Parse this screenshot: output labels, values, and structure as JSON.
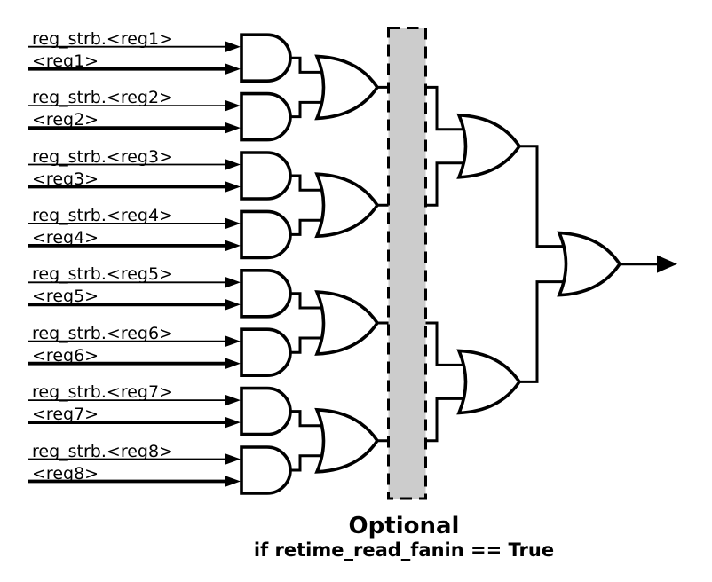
{
  "diagram": {
    "type": "logic-circuit",
    "inputs": [
      {
        "strobe_label": "reg_strb.<reg1>",
        "data_label": "<reg1>"
      },
      {
        "strobe_label": "reg_strb.<reg2>",
        "data_label": "<reg2>"
      },
      {
        "strobe_label": "reg_strb.<reg3>",
        "data_label": "<reg3>"
      },
      {
        "strobe_label": "reg_strb.<reg4>",
        "data_label": "<reg4>"
      },
      {
        "strobe_label": "reg_strb.<reg5>",
        "data_label": "<reg5>"
      },
      {
        "strobe_label": "reg_strb.<reg6>",
        "data_label": "<reg6>"
      },
      {
        "strobe_label": "reg_strb.<reg7>",
        "data_label": "<reg7>"
      },
      {
        "strobe_label": "reg_strb.<reg8>",
        "data_label": "<reg8>"
      }
    ],
    "gates": {
      "and_gate_count": 8,
      "or_gate_level1_count": 4,
      "or_gate_level2_count": 2,
      "or_gate_final_count": 1
    },
    "optional_caption": {
      "line1": "Optional",
      "line2": "if retime_read_fanin == True"
    },
    "icons": {
      "arrowhead": "filled-triangle-right"
    },
    "colors": {
      "stroke": "#000000",
      "gate_fill": "#ffffff",
      "box_fill": "#cccccc",
      "box_border": "#000000",
      "background": "#ffffff",
      "text": "#000000"
    }
  }
}
